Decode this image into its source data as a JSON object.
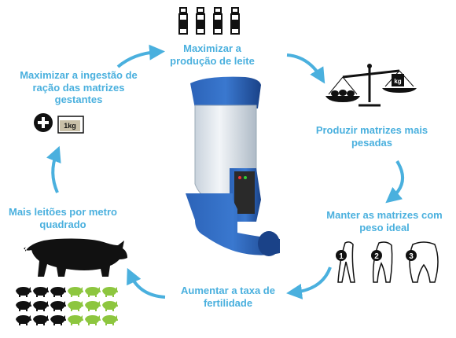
{
  "stages": {
    "milk": "Maximizar a produção de leite",
    "heavier": "Produzir matrizes mais pesadas",
    "ideal_weight": "Manter as matrizes com peso ideal",
    "fertility": "Aumentar a taxa de fertilidade",
    "piglets": "Mais leitões por metro quadrado",
    "feed_intake": "Maximizar a ingestão de ração das matrizes gestantes"
  },
  "badges": {
    "scale_weight": "kg",
    "feed_bag": "1kg",
    "score_1": "1",
    "score_2": "2",
    "score_3": "3"
  },
  "colors": {
    "accent": "#4ab0de",
    "feeder_blue": "#1e4f9c",
    "piglet_green": "#8dc63f",
    "silhouette": "#111111"
  },
  "icons": [
    "milk-bottle-icon",
    "balance-scale-icon",
    "sow-rear-icon",
    "sow-silhouette-icon",
    "piglet-icon",
    "plus-icon",
    "feed-bag-icon",
    "cycle-arrow-icon",
    "feeder-image"
  ]
}
